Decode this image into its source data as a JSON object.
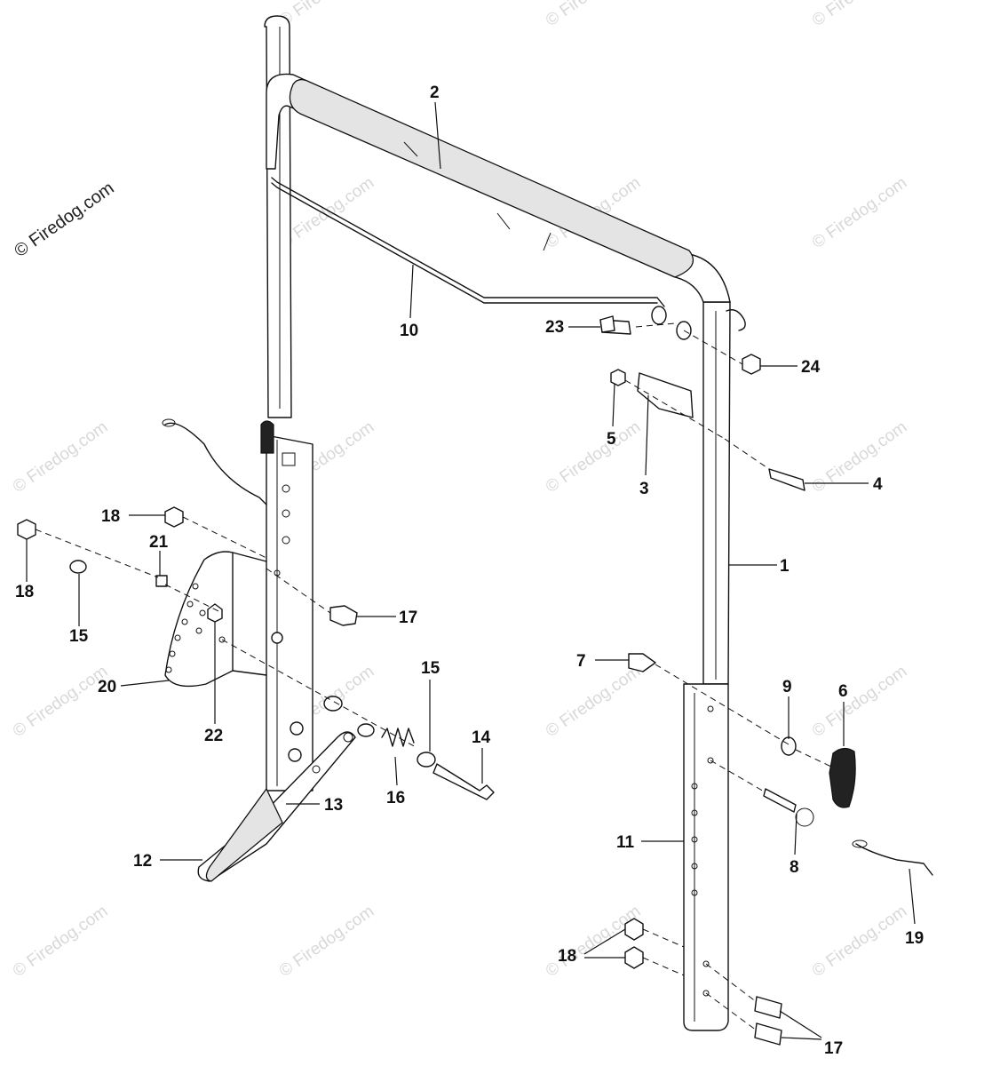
{
  "watermark": {
    "main_text": "© Firedog.com",
    "repeat_text": "© Firedog.com"
  },
  "callouts": {
    "c1": "1",
    "c2": "2",
    "c3": "3",
    "c4": "4",
    "c5": "5",
    "c6": "6",
    "c7": "7",
    "c8": "8",
    "c9": "9",
    "c10": "10",
    "c11": "11",
    "c12": "12",
    "c13": "13",
    "c14": "14",
    "c15a": "15",
    "c15b": "15",
    "c16": "16",
    "c17a": "17",
    "c17b": "17",
    "c18a": "18",
    "c18b": "18",
    "c18c": "18",
    "c19": "19",
    "c20": "20",
    "c21": "21",
    "c22": "22",
    "c23": "23",
    "c24": "24"
  },
  "colors": {
    "line": "#111111",
    "watermark": "#d8d8d8",
    "background": "#ffffff"
  }
}
